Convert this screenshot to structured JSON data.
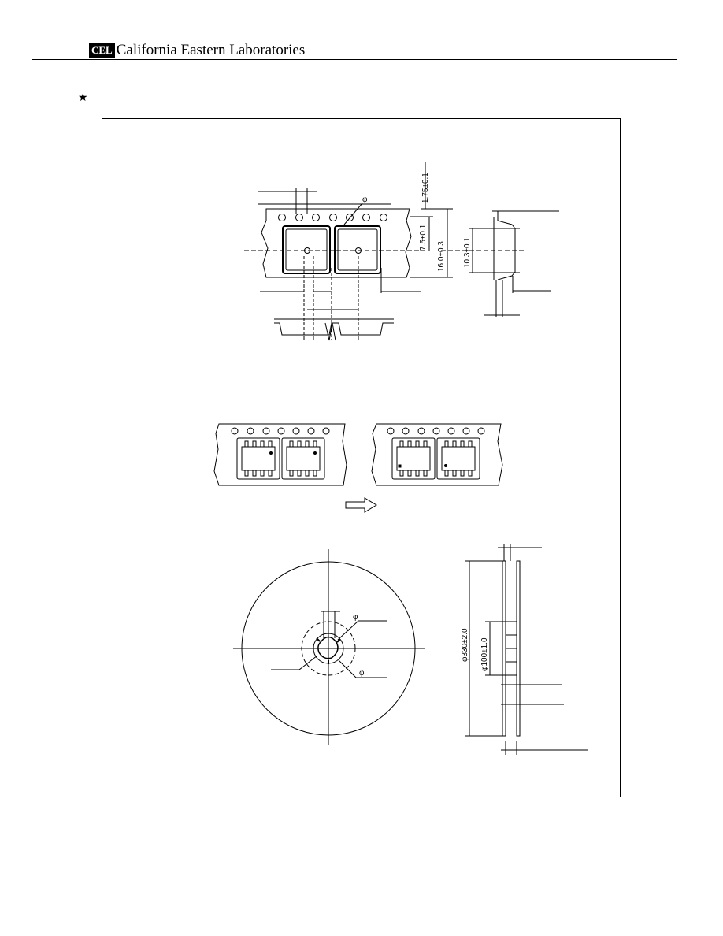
{
  "header": {
    "logo_text": "CEL",
    "company_name": "California Eastern Laboratories"
  },
  "marker": {
    "symbol": "★",
    "icon": "star-icon"
  },
  "drawing": {
    "tape_dimensions": {
      "top_edge": "1.75±0.1",
      "hole_center": "7.5±0.1",
      "tape_width": "16.0±0.3",
      "pocket_width": "10.3±0.1",
      "hole_diameter_symbol": "φ"
    },
    "reel_dimensions": {
      "reel_diameter": "φ330±2.0",
      "hub_diameter": "φ100±1.0",
      "hub_hole_symbol_1": "φ",
      "hub_hole_symbol_2": "φ"
    }
  },
  "colors": {
    "line": "#000000",
    "background": "#ffffff"
  }
}
